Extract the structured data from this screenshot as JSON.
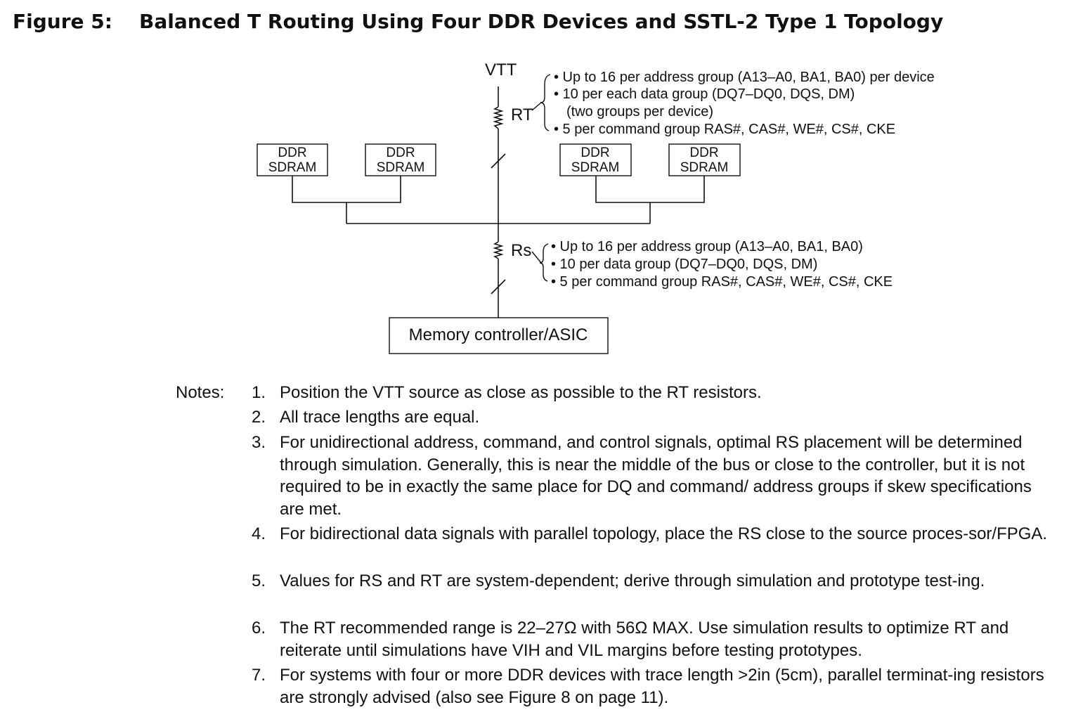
{
  "figure": {
    "label": "Figure 5:",
    "title": "Balanced T Routing Using Four DDR Devices and SSTL-2 Type 1 Topology"
  },
  "diagram": {
    "vtt_label": "VTT",
    "rt_label": "RT",
    "rs_label": "Rs",
    "devices": [
      {
        "line1": "DDR",
        "line2": "SDRAM"
      },
      {
        "line1": "DDR",
        "line2": "SDRAM"
      },
      {
        "line1": "DDR",
        "line2": "SDRAM"
      },
      {
        "line1": "DDR",
        "line2": "SDRAM"
      }
    ],
    "controller_label": "Memory controller/ASIC",
    "rt_bullets": [
      "• Up to 16 per address group (A13–A0, BA1, BA0) per device",
      "• 10 per each data group (DQ7–DQ0, DQS, DM)",
      "(two groups per device)",
      "• 5 per command group RAS#, CAS#, WE#, CS#, CKE"
    ],
    "rs_bullets": [
      "• Up to 16 per address group (A13–A0, BA1, BA0)",
      "• 10 per data group (DQ7–DQ0, DQS, DM)",
      "• 5 per command group RAS#, CAS#, WE#, CS#, CKE"
    ]
  },
  "notes": {
    "label": "Notes:",
    "items": [
      {
        "num": "1.",
        "text": "Position the VTT source as close as possible to the RT resistors."
      },
      {
        "num": "2.",
        "text": "All trace lengths are equal."
      },
      {
        "num": "3.",
        "text": "For unidirectional address, command, and control signals, optimal RS placement will be determined through simulation.  Generally, this is near the middle of the bus or close to the controller, but it is not required to be in exactly the same place for DQ and command/ address groups if skew specifications are met."
      },
      {
        "num": "4.",
        "text": "For bidirectional data signals with parallel topology, place the RS close to the source proces-sor/FPGA."
      },
      {
        "num": "5.",
        "text": "Values for RS and RT are system-dependent; derive through simulation and prototype test-ing."
      },
      {
        "num": "6.",
        "text": "The RT recommended range is 22–27Ω with 56Ω MAX. Use simulation results to optimize RT and reiterate until simulations have VIH and VIL margins before testing prototypes."
      },
      {
        "num": "7.",
        "text": "For systems with four or more DDR devices with trace length >2in (5cm), parallel terminat-ing resistors are strongly advised (also see Figure 8 on page 11)."
      }
    ]
  }
}
